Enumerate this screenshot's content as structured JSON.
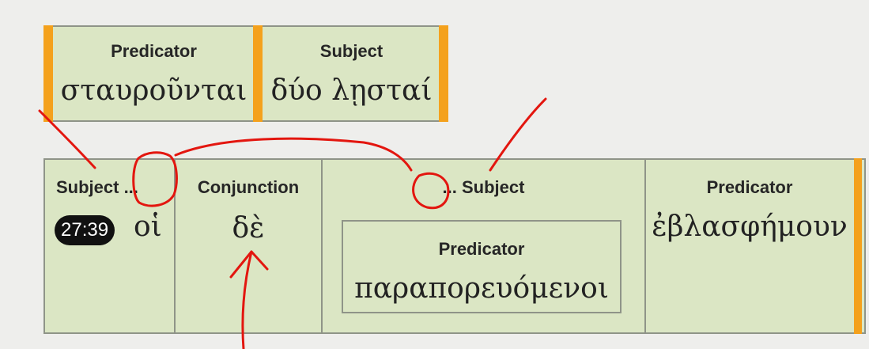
{
  "top_clause": {
    "cells": [
      {
        "label": "Predicator",
        "text": "σταυροῦνται"
      },
      {
        "label": "Subject",
        "text": "δύο λῃσταί"
      }
    ]
  },
  "bottom_clause": {
    "ref_badge": "27:39",
    "cells": [
      {
        "label": "Subject ...",
        "text": "οἱ"
      },
      {
        "label": "Conjunction",
        "text": "δὲ"
      },
      {
        "label": "... Subject",
        "text": "",
        "inner": {
          "label": "Predicator",
          "text": "παραπορευόμενοι"
        }
      },
      {
        "label": "Predicator",
        "text": "ἐβλασφήμουν"
      }
    ]
  },
  "colors": {
    "cell_fill": "#dbe6c4",
    "border": "#8f9488",
    "accent_bar": "#f4a11c",
    "annotation": "#e3160f"
  }
}
